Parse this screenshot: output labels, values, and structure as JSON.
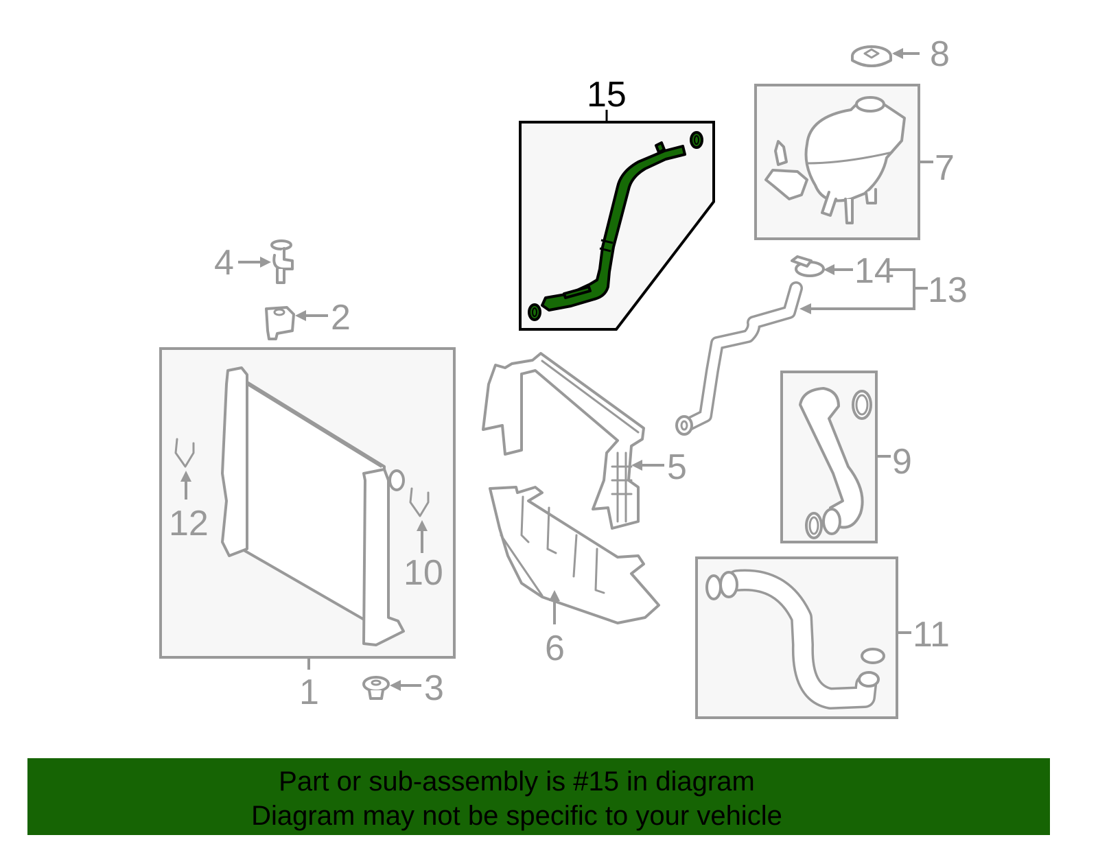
{
  "diagram": {
    "title": "Cooling system parts diagram",
    "highlighted_part": "15",
    "highlight_color": "#166a06",
    "callouts": [
      {
        "id": "1",
        "label": "1",
        "part": "radiator"
      },
      {
        "id": "2",
        "label": "2",
        "part": "mount-bushing"
      },
      {
        "id": "3",
        "label": "3",
        "part": "lower-mount-grommet"
      },
      {
        "id": "4",
        "label": "4",
        "part": "retainer-clip"
      },
      {
        "id": "5",
        "label": "5",
        "part": "upper-air-deflector"
      },
      {
        "id": "6",
        "label": "6",
        "part": "lower-air-deflector"
      },
      {
        "id": "7",
        "label": "7",
        "part": "coolant-reservoir"
      },
      {
        "id": "8",
        "label": "8",
        "part": "reservoir-cap"
      },
      {
        "id": "9",
        "label": "9",
        "part": "upper-hose"
      },
      {
        "id": "10",
        "label": "10",
        "part": "hose-clip-right"
      },
      {
        "id": "11",
        "label": "11",
        "part": "lower-hose"
      },
      {
        "id": "12",
        "label": "12",
        "part": "hose-clip-left"
      },
      {
        "id": "13",
        "label": "13",
        "part": "overflow-hose"
      },
      {
        "id": "14",
        "label": "14",
        "part": "hose-clamp"
      },
      {
        "id": "15",
        "label": "15",
        "part": "coolant-pipe"
      }
    ]
  },
  "banner": {
    "line1": "Part or sub-assembly is #15 in diagram",
    "line2": "Diagram may not be specific to your vehicle",
    "background": "#166404"
  }
}
